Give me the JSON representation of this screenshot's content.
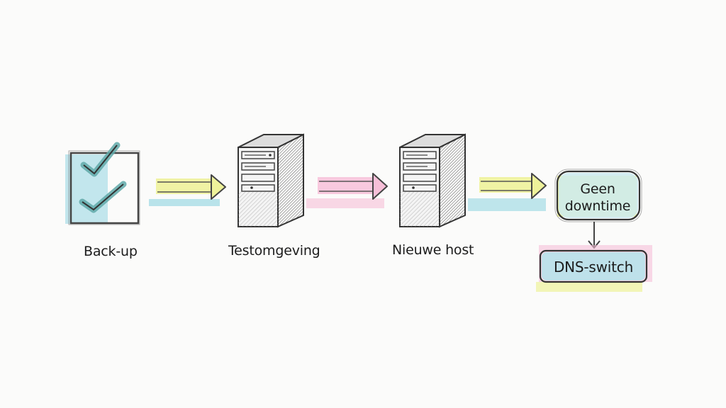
{
  "steps": [
    {
      "label": "Back-up",
      "icon": "checklist-icon"
    },
    {
      "label": "Testomgeving",
      "icon": "server-tower-icon"
    },
    {
      "label": "Nieuwe host",
      "icon": "server-tower-icon"
    }
  ],
  "outcome": {
    "primary": "Geen downtime",
    "secondary": "DNS-switch"
  },
  "colors": {
    "ink": "#3a3a3a",
    "yellow_highlight": "#eef29a",
    "pink_highlight": "#f7bfd8",
    "blue_highlight": "#a9dde6",
    "check_teal": "#5fa8a8"
  }
}
